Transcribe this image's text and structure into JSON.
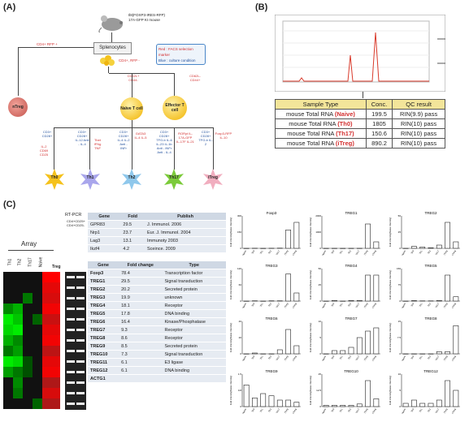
{
  "panels": {
    "a": "(A)",
    "b": "(B)",
    "c": "(C)"
  },
  "mouse_label": [
    "Il8(FOXP3-IRES-RFP)",
    "17A-GFP KI mouse"
  ],
  "splenocytes": "Splenocytes",
  "legend": {
    "red": "Red : FACS selection marker",
    "blue": "Blue : culture condition"
  },
  "markers": {
    "cd4_rfp_plus": "CD4+ RFP +",
    "cd4_rfp_minus": "CD4+, RFP -",
    "naive_markers": [
      "CD62L+",
      "CD44-"
    ],
    "effector_markers": [
      "CD62L-",
      "CD44+"
    ]
  },
  "nodes": {
    "ntreg": "nTreg",
    "naive": "Naïve T cell",
    "effector": "Effector T cell"
  },
  "conditions": [
    {
      "blue": "CD3+ CD28+",
      "red": "",
      "name": "Th0"
    },
    {
      "blue": "CD3+ CD28+ IL-12 Anti - IL-4",
      "red": "Tbet IFNg TNF",
      "name": "Th1"
    },
    {
      "blue": "CD3+ CD28+ IL-4 IL-2 Anti - INFr",
      "red": "GATA3 IL-4 IL-5",
      "name": "Th2"
    },
    {
      "blue": "CD3+ CD28+ TFG-b IL-6 IL-23 IL-1b Anti - INFr Anti - IL-4",
      "red": "RORyt IL-17A-GFP IL-17F IL-21",
      "name": "Th17"
    },
    {
      "blue": "CD3+ CD28+ TFG-b IL-2",
      "red": "Foxp3-RFP IL-10",
      "name": "iTreg"
    }
  ],
  "left_red": [
    "IL-2",
    "CD69",
    "CD25"
  ],
  "qc_table": {
    "headers": [
      "Sample  Type",
      "Conc.",
      "QC   result"
    ],
    "rows": [
      {
        "type": "mouse  Total RNA",
        "tag": "(Naive)",
        "conc": "199.5",
        "qc": "RIN(9.9)  pass"
      },
      {
        "type": "mouse  Total RNA",
        "tag": "(Th0)",
        "conc": "1805",
        "qc": "RIN(10)  pass"
      },
      {
        "type": "mouse  Total RNA",
        "tag": "(Th17)",
        "conc": "150.6",
        "qc": "RIN(10)  pass"
      },
      {
        "type": "mouse  Total RNA",
        "tag": "(iTreg)",
        "conc": "890.2",
        "qc": "RIN(10)  pass"
      }
    ]
  },
  "array": {
    "title": "Array",
    "columns": [
      "Th1",
      "Th2",
      "Th17",
      "Naive",
      "Treg"
    ],
    "rtpcr_title": "RT-PCR",
    "rtpcr_columns": [
      "CD4+CD25+",
      "CD4+CD25-"
    ],
    "heat": [
      [
        0,
        0,
        0,
        0,
        1
      ],
      [
        0,
        0,
        0,
        0,
        0.8
      ],
      [
        0,
        0,
        -0.3,
        0,
        0.7
      ],
      [
        -0.4,
        -0.6,
        0,
        0,
        0.9
      ],
      [
        -0.9,
        -0.7,
        0,
        -0.2,
        0.6
      ],
      [
        -0.8,
        -0.9,
        0,
        0,
        0.8
      ],
      [
        -0.6,
        -0.4,
        0,
        0,
        0.9
      ],
      [
        -0.3,
        -0.5,
        0,
        0,
        0.5
      ],
      [
        -0.9,
        -0.8,
        -0.1,
        0,
        0.8
      ],
      [
        -0.5,
        -0.3,
        -0.1,
        0,
        0.9
      ],
      [
        0,
        -0.4,
        0,
        0,
        0.4
      ],
      [
        0,
        -0.3,
        0,
        0,
        0.7
      ],
      [
        0,
        0,
        0,
        -0.2,
        0.4
      ]
    ]
  },
  "gene_table_top": {
    "headers": [
      "Gene",
      "Fold",
      "Publish"
    ],
    "rows": [
      [
        "GPR83",
        "29.5",
        "J. Immunol. 2006"
      ],
      [
        "Nrp1",
        "23.7",
        "Eur. J. Immunol. 2004"
      ],
      [
        "Lag3",
        "13.1",
        "Immunoty 2003"
      ],
      [
        "Ikzf4",
        "4.2",
        "Sceince. 2009"
      ]
    ]
  },
  "gene_table_bottom": {
    "headers": [
      "Gene",
      "Fold change",
      "Type"
    ],
    "rows": [
      [
        "Foxp3",
        "78.4",
        "Transcription factor"
      ],
      [
        "TREG1",
        "29.5",
        "Signal transduction"
      ],
      [
        "TREG2",
        "20.2",
        "Secreted protein"
      ],
      [
        "TREG3",
        "19.9",
        "unknown"
      ],
      [
        "TREG4",
        "18.1",
        "Receptor"
      ],
      [
        "TREG5",
        "17.8",
        "DNA binding"
      ],
      [
        "TREG6",
        "16.4",
        "Kinase/Phosphatase"
      ],
      [
        "TREG7",
        "9.3",
        "Receptor"
      ],
      [
        "TREG8",
        "8.6",
        "Receptor"
      ],
      [
        "TREG9",
        "8.5",
        "Secreted protein"
      ],
      [
        "TREG10",
        "7.3",
        "Signal transduction"
      ],
      [
        "TREG11",
        "6.1",
        "E3 ligase"
      ],
      [
        "TREG12",
        "6.1",
        "DNA binding"
      ],
      [
        "ACTG1",
        "",
        ""
      ]
    ]
  },
  "chart_data": [
    {
      "type": "bar",
      "title": "Foxp3",
      "categories": [
        "Naive",
        "Th0",
        "Th1",
        "Th2",
        "Th17",
        "iTreg",
        "nTreg"
      ],
      "values": [
        0,
        1,
        0,
        1,
        2,
        170,
        240
      ],
      "ylim": [
        0,
        300
      ],
      "ylabel": "Fold intensity(Naive intensity)"
    },
    {
      "type": "bar",
      "title": "TREG1",
      "categories": [
        "Naive",
        "Th0",
        "Th1",
        "Th2",
        "Th17",
        "iTreg",
        "nTreg"
      ],
      "values": [
        0,
        1,
        0,
        1,
        2,
        1500,
        400
      ],
      "ylim": [
        0,
        2000
      ],
      "ylabel": "Fold intensity(Naive intensity)"
    },
    {
      "type": "bar",
      "title": "TREG2",
      "categories": [
        "Naive",
        "Th0",
        "Th1",
        "Th2",
        "Th17",
        "iTreg",
        "nTreg"
      ],
      "values": [
        0,
        3,
        2,
        1,
        5,
        40,
        10
      ],
      "ylim": [
        0,
        50
      ],
      "ylabel": "Fold intensity(Naive intensity)"
    },
    {
      "type": "bar",
      "title": "TREG3",
      "categories": [
        "Naive",
        "Th0",
        "Th1",
        "Th2",
        "Th17",
        "iTreg",
        "nTreg"
      ],
      "values": [
        0,
        1,
        0,
        1,
        1,
        100,
        30
      ],
      "ylim": [
        0,
        120
      ],
      "ylabel": "Fold intensity(Naive intensity)"
    },
    {
      "type": "bar",
      "title": "TREG4",
      "categories": [
        "Naive",
        "Th0",
        "Th1",
        "Th2",
        "Th17",
        "iTreg",
        "nTreg"
      ],
      "values": [
        0,
        1,
        0,
        1,
        1,
        40,
        40
      ],
      "ylim": [
        0,
        50
      ],
      "ylabel": "Fold intensity(Naive intensity)"
    },
    {
      "type": "bar",
      "title": "TREG5",
      "categories": [
        "Naive",
        "Th0",
        "Th1",
        "Th2",
        "Th17",
        "iTreg",
        "nTreg"
      ],
      "values": [
        0,
        2,
        1,
        1,
        3,
        120,
        20
      ],
      "ylim": [
        0,
        150
      ],
      "ylabel": "Fold intensity(Naive intensity)"
    },
    {
      "type": "bar",
      "title": "TREG6",
      "categories": [
        "Naive",
        "Th0",
        "Th1",
        "Th2",
        "Th17",
        "iTreg",
        "nTreg"
      ],
      "values": [
        0,
        1,
        0,
        0,
        5,
        30,
        10
      ],
      "ylim": [
        0,
        40
      ],
      "ylabel": "Fold intensity(Naive intensity)"
    },
    {
      "type": "bar",
      "title": "TREG7",
      "categories": [
        "Naive",
        "Th0",
        "Th1",
        "Th2",
        "Th17",
        "iTreg",
        "nTreg"
      ],
      "values": [
        0,
        1,
        1,
        2,
        5,
        7,
        8
      ],
      "ylim": [
        0,
        10
      ],
      "ylabel": "Fold intensity(Naive intensity)"
    },
    {
      "type": "bar",
      "title": "TREG8",
      "categories": [
        "Naive",
        "Th0",
        "Th1",
        "Th2",
        "Th17",
        "iTreg",
        "nTreg"
      ],
      "values": [
        0,
        0,
        0,
        0,
        1,
        1,
        13
      ],
      "ylim": [
        0,
        15
      ],
      "ylabel": "Fold intensity(Naive intensity)"
    },
    {
      "type": "bar",
      "title": "TREG9",
      "categories": [
        "Naive",
        "Th0",
        "Th1",
        "Th2",
        "Th17",
        "iTreg",
        "nTreg"
      ],
      "values": [
        1.0,
        0.4,
        0.6,
        0.5,
        0.3,
        0.3,
        0.2
      ],
      "ylim": [
        0,
        1.5
      ],
      "ylabel": "Fold intensity(Naive intensity)"
    },
    {
      "type": "bar",
      "title": "TREG10",
      "categories": [
        "Naive",
        "Th0",
        "Th1",
        "Th2",
        "Th17",
        "iTreg",
        "nTreg"
      ],
      "values": [
        1,
        1,
        1,
        1,
        2,
        20,
        6
      ],
      "ylim": [
        0,
        25
      ],
      "ylabel": "Fold intensity(Naive intensity)"
    },
    {
      "type": "bar",
      "title": "TREG12",
      "categories": [
        "Naive",
        "Th0",
        "Th1",
        "Th2",
        "Th17",
        "iTreg",
        "nTreg"
      ],
      "values": [
        1,
        2,
        1,
        1,
        2,
        8,
        5
      ],
      "ylim": [
        0,
        10
      ],
      "ylabel": "Fold intensity(Naive intensity)"
    }
  ]
}
